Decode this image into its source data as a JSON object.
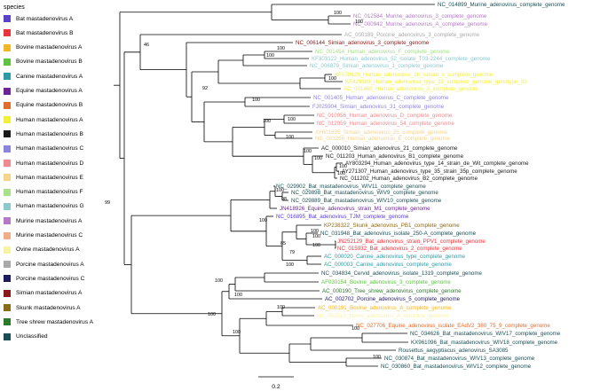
{
  "legend": {
    "title": "species",
    "items": [
      {
        "label": "Bat mastadenovirus A",
        "color": "#5b3fc9"
      },
      {
        "label": "Bat mastadenovirus B",
        "color": "#e8333b"
      },
      {
        "label": "Bovine mastadenovirus A",
        "color": "#f1b624"
      },
      {
        "label": "Bovine mastadenovirus B",
        "color": "#5ec43f"
      },
      {
        "label": "Canine mastadenovirus A",
        "color": "#2e9aa6"
      },
      {
        "label": "Equine mastadenovirus A",
        "color": "#6e2595"
      },
      {
        "label": "Equine mastadenovirus B",
        "color": "#e06d2e"
      },
      {
        "label": "Human mastadenovirus A",
        "color": "#f2ef3b"
      },
      {
        "label": "Human mastadenovirus B",
        "color": "#1a1a1a"
      },
      {
        "label": "Human mastadenovirus C",
        "color": "#8f83e2"
      },
      {
        "label": "Human mastadenovirus D",
        "color": "#f08a8e"
      },
      {
        "label": "Human mastadenovirus E",
        "color": "#f6d38b"
      },
      {
        "label": "Human mastadenovirus F",
        "color": "#a7e08a"
      },
      {
        "label": "Human mastadenovirus G",
        "color": "#8dc8cf"
      },
      {
        "label": "Murine mastadenovirus A",
        "color": "#b57ac7"
      },
      {
        "label": "Murine mastadenovirus C",
        "color": "#f0ad86"
      },
      {
        "label": "Ovine mastadenovirus A",
        "color": "#f7f3a3"
      },
      {
        "label": "Porcine mastadenovirus A",
        "color": "#a9a9a9"
      },
      {
        "label": "Porcine mastadenovirus C",
        "color": "#1d1b5e"
      },
      {
        "label": "Simian mastadenovirus A",
        "color": "#8a1a1a"
      },
      {
        "label": "Skunk mastadenovirus A",
        "color": "#8a6a12"
      },
      {
        "label": "Tree shrew mastadenovirus A",
        "color": "#2a7a2a"
      },
      {
        "label": "Unclassified",
        "color": "#1b4f55"
      }
    ]
  },
  "tree": {
    "leaves": [
      {
        "label": "NC_014899_Murine_adenovirus_complete_genome",
        "color": "#1b4f55"
      },
      {
        "label": "NC_012584_Murine_adenovirus_3_complete_genome",
        "color": "#b57ac7"
      },
      {
        "label": "NC_000942_Murine_adenovirus_A_complete_genome",
        "color": "#b57ac7"
      },
      {
        "label": "AC_000189_Porcine_adenovirus_3_complete_genome",
        "color": "#a9a9a9"
      },
      {
        "label": "NC_006144_Simian_adenovirus_3_complete_genome",
        "color": "#8a1a1a"
      },
      {
        "label": "NC_001454_Human_adenovirus_F_complete_genome",
        "color": "#a7e08a"
      },
      {
        "label": "KF303122_Human_adenovirus_52_isolate_T03-2244_complete_genome",
        "color": "#8dc8cf"
      },
      {
        "label": "NC_006879_Simian_adenovirus_1_complete_genome",
        "color": "#8dc8cf"
      },
      {
        "label": "KF279629_Human_adenovirus_18_isolate_c_complete_genome",
        "color": "#f2ef3b"
      },
      {
        "label": "KF429889_Human_adenovirus_type_31_complete_genome_genotype_31",
        "color": "#f2ef3b"
      },
      {
        "label": "AC_001460_Human_adenovirus_A_complete_genome",
        "color": "#f2ef3b"
      },
      {
        "label": "NC_001405_Human_adenovirus_C_complete_genome",
        "color": "#8f83e2"
      },
      {
        "label": "FJ025904_Simian_adenovirus_31_complete_genome",
        "color": "#8f83e2"
      },
      {
        "label": "NC_010956_Human_adenovirus_D_complete_genome",
        "color": "#f08a8e"
      },
      {
        "label": "NC_012959_Human_adenovirus_54_complete_genome",
        "color": "#f08a8e"
      },
      {
        "label": "AY601635_Simian_adenovirus_25_complete_genome",
        "color": "#f6d38b"
      },
      {
        "label": "NC_003266_Human_adenovirus_E_complete_genome",
        "color": "#f6d38b"
      },
      {
        "label": "AC_000010_Simian_adenovirus_21_complete_genome",
        "color": "#1a1a1a"
      },
      {
        "label": "NC_011203_Human_adenovirus_B1_complete_genome",
        "color": "#1a1a1a"
      },
      {
        "label": "AY803294_Human_adenovirus_type_14_strain_de_Wit_complete_genome",
        "color": "#1a1a1a"
      },
      {
        "label": "AY271307_Human_adenovirus_type_35_strain_35p_complete_genome",
        "color": "#1a1a1a"
      },
      {
        "label": "NC_011202_Human_adenovirus_B2_complete_genome",
        "color": "#1a1a1a"
      },
      {
        "label": "NC_029902_Bat_mastadenovirus_WIV11_complete_genome",
        "color": "#1b4f55"
      },
      {
        "label": "NC_029898_Bat_mastadenovirus_WIV9_complete_genome",
        "color": "#1b4f55"
      },
      {
        "label": "NC_029889_Bat_mastadenovirus_WIV10_complete_genome",
        "color": "#1b4f55"
      },
      {
        "label": "JN418926_Equine_adenovirus_strain_M1_complete_genome",
        "color": "#6e2595"
      },
      {
        "label": "NC_016895_Bat_adenovirus_TJM_complete_genome",
        "color": "#5b3fc9"
      },
      {
        "label": "KP238322_Skunk_adenovirus_PB1_complete_genome",
        "color": "#8a6a12"
      },
      {
        "label": "NC_031948_Bat_adenovirus_isolate_250-A_complete_genome",
        "color": "#1b4f55"
      },
      {
        "label": "JN252129_Bat_adenovirus_strain_PPV1_complete_genome",
        "color": "#e8333b"
      },
      {
        "label": "NC_015932_Bat_adenovirus_2_complete_genome",
        "color": "#e8333b"
      },
      {
        "label": "AC_000020_Canine_adenovirus_type_complete_genome",
        "color": "#2e9aa6"
      },
      {
        "label": "AC_000003_Canine_adenovirus_complete_genome",
        "color": "#2e9aa6"
      },
      {
        "label": "NC_034834_Cervid_adenovirus_isolate_1319_complete_genome",
        "color": "#1b4f55"
      },
      {
        "label": "AF030154_Bovine_adenovirus_3_complete_genome",
        "color": "#5ec43f"
      },
      {
        "label": "AC_000190_Tree_shrew_adenovirus_complete_genome",
        "color": "#2a7a2a"
      },
      {
        "label": "AC_002702_Porcine_adenovirus_5_complete_genome",
        "color": "#1d1b5e"
      },
      {
        "label": "AC_000191_Bovine_adenovirus_A_complete_genome",
        "color": "#f1b624"
      },
      {
        "label": "NC_002513_Ovine_adenovirus_A_complete_genome",
        "color": "#f7f3a3"
      },
      {
        "label": "NC_027706_Equine_adenovirus_isolate_EAdV2_380_75_9_complete_genome",
        "color": "#e06d2e"
      },
      {
        "label": "NC_034626_Bat_mastadenovirus_WIV17_complete_genome",
        "color": "#1b4f55"
      },
      {
        "label": "KX961096_Bat_mastadenovirus_WIV18_complete_genome",
        "color": "#1b4f55"
      },
      {
        "label": "Rousettus_aegyptiacus_adenovirus_SA3085",
        "color": "#1b4f55"
      },
      {
        "label": "NC_030874_Bat_mastadenovirus_WIV13_complete_genome",
        "color": "#1b4f55"
      },
      {
        "label": "NC_030860_Bat_mastadenovirus_WIV12_complete_genome",
        "color": "#1b4f55"
      }
    ],
    "bootstrap": [
      "100",
      "100",
      "46",
      "100",
      "100",
      "100",
      "92",
      "100",
      "100",
      "100",
      "100",
      "100",
      "100",
      "100",
      "100",
      "99",
      "100",
      "98",
      "100",
      "100",
      "100",
      "85",
      "100",
      "79",
      "100",
      "100",
      "100",
      "100",
      "100",
      "100",
      "100",
      "100"
    ],
    "scale_label": "0.2"
  }
}
